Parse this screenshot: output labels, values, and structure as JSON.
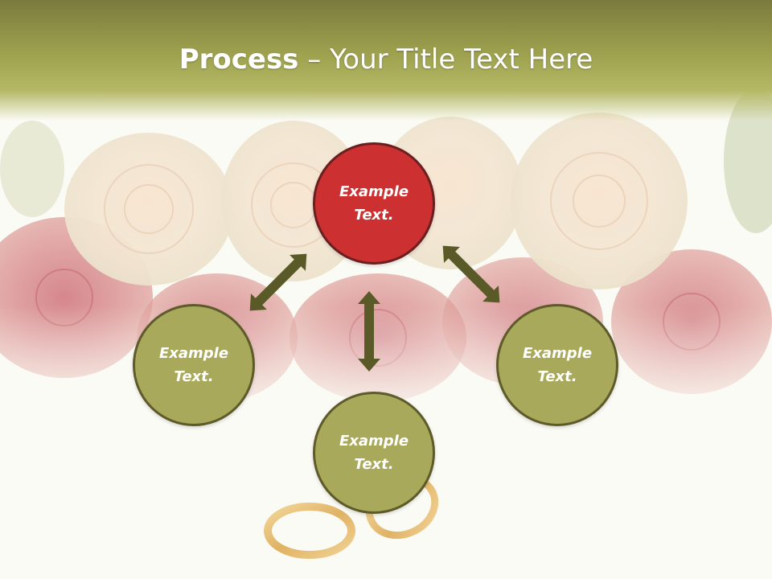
{
  "slide": {
    "title_bold": "Process",
    "title_rest": " – Your Title Text Here"
  },
  "circles": {
    "top": {
      "text": "Example\nText.",
      "color": "#cc3030"
    },
    "left": {
      "text": "Example\nText.",
      "color": "#a8a95a"
    },
    "right": {
      "text": "Example\nText.",
      "color": "#a8a95a"
    },
    "bottom": {
      "text": "Example\nText.",
      "color": "#a8a95a"
    }
  },
  "colors": {
    "title_bar": "#9ea24e",
    "arrow": "#5a5a28",
    "circle_border": "#5e5a2a"
  },
  "icons": {
    "arrows": [
      "double-arrow-diagonal-left",
      "double-arrow-vertical",
      "double-arrow-diagonal-right"
    ],
    "background": "roses-and-rings-photo"
  }
}
